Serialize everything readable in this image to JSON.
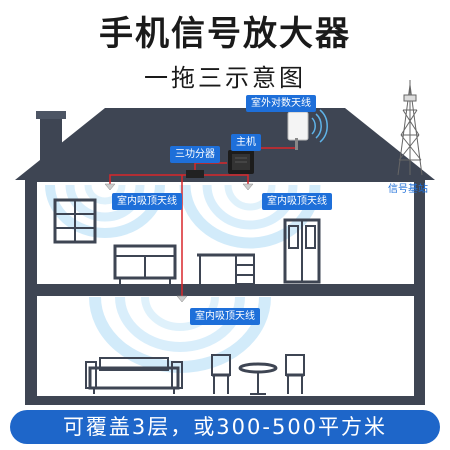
{
  "title": "手机信号放大器",
  "subtitle": "一拖三示意图",
  "labels": {
    "outdoor_antenna": "室外对数天线",
    "host": "主机",
    "splitter": "三功分器",
    "indoor_antenna_left": "室内吸顶天线",
    "indoor_antenna_right": "室内吸顶天线",
    "indoor_antenna_ground": "室内吸顶天线",
    "base_station": "信号基站"
  },
  "footer": "可覆盖3层，或300-500平方米",
  "colors": {
    "accent": "#1e6fd9",
    "banner": "#1e66c9",
    "cable": "#d9262b",
    "roof": "#3e4553",
    "wave": "#9fd3f3"
  }
}
